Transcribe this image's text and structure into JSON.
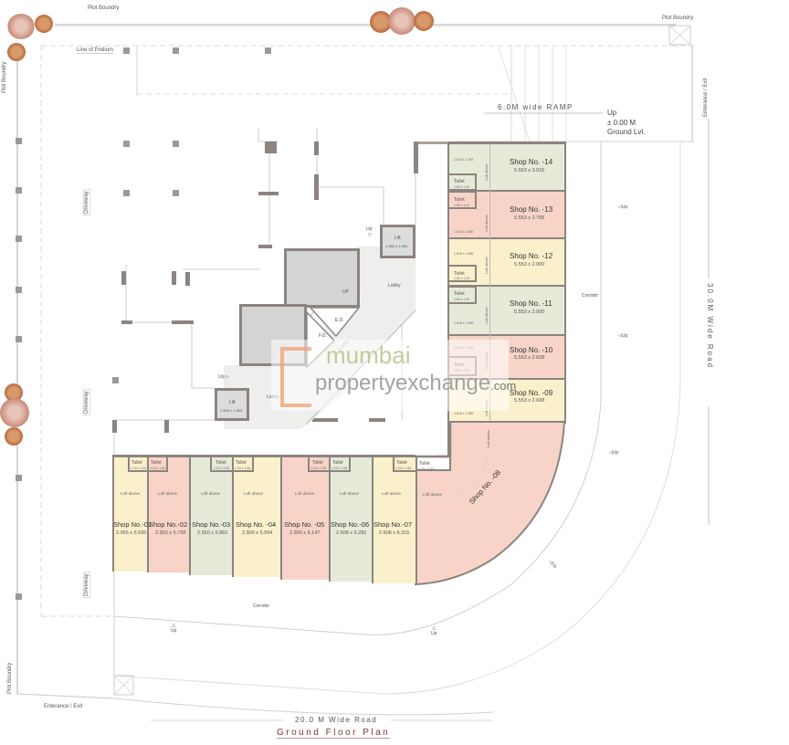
{
  "plan": {
    "title": "Ground Floor Plan",
    "road_bottom": "20.0 M Wide Road",
    "road_right": "30.0M Wide Road",
    "ramp_label": "6.0M wide RAMP",
    "level": {
      "up": "Up",
      "elevation": "± 0.00 M",
      "name": "Ground Lvl."
    },
    "plot_boundary_top_left": "Plot Boundry",
    "plot_boundary_top_right": "Plot Boundry",
    "plot_boundary_left": "Plot Boundry",
    "plot_boundary_bottom_left": "Plot Boundry",
    "line_of_podium": "Line of Podium",
    "entrance_top_right": "Enterance / Exit",
    "entrance_bottom_left": "Enterance / Exit",
    "driveway_labels": [
      "Driveway",
      "Driveway",
      "Driveway"
    ],
    "corridor_right": "Corridor",
    "corridor_bottom": "Corridor",
    "up_label": "Up",
    "watermark_line1": "mumbai",
    "watermark_line2": "propertyexchange",
    "watermark_suffix": ".com",
    "colors": {
      "green": "#e6ead8",
      "pink": "#f8d4c8",
      "yellow": "#fbf0cc",
      "wall": "#8c8480",
      "title": "#7a3a3a"
    }
  },
  "core": {
    "lift_top": {
      "label": "Lift",
      "dim": "1.650 x 1.900"
    },
    "lift_bottom": {
      "label": "Lift",
      "dim": "1.900 x 1.650"
    },
    "lobby_top": "Lobby",
    "lobby_mid": "Lobby",
    "lobby_bottom": "Lobby",
    "ed": "E.D.",
    "fd": "F.D.",
    "stair_up": "UP",
    "up_top": "Up",
    "up_left": "Up"
  },
  "shops_right": [
    {
      "name": "Shop No. -14",
      "dim": "5.553 x 3.015",
      "color": "green",
      "toilet": "Toilet",
      "toilet_dim": "1.50 x 1.20",
      "front_dim": "1.615 x 1.760",
      "loft": "Loft above"
    },
    {
      "name": "Shop No. -13",
      "dim": "5.553 x 2.765",
      "color": "pink",
      "toilet": "Toilet",
      "toilet_dim": "1.50 x 1.20",
      "front_dim": "1.615 x 1.850",
      "loft": "Loft above"
    },
    {
      "name": "Shop No. -12",
      "dim": "5.553 x 2.900",
      "color": "yellow",
      "toilet": "Toilet",
      "toilet_dim": "1.50 x 1.20",
      "front_dim": "1.615 x 1.585",
      "loft": "Loft above"
    },
    {
      "name": "Shop No. -11",
      "dim": "5.553 x 2.900",
      "color": "green",
      "toilet": "Toilet",
      "toilet_dim": "1.50 x 1.20",
      "front_dim": "1.615 x 1.585",
      "loft": "Loft above"
    },
    {
      "name": "Shop No. -10",
      "dim": "5.553 x 2.608",
      "color": "pink",
      "toilet": "Toilet",
      "toilet_dim": "1.50 x 1.20",
      "front_dim": "1.615 x 1.289",
      "loft": "Loft above"
    },
    {
      "name": "Shop No. -09",
      "dim": "5.553 x 2.608",
      "color": "yellow",
      "toilet": "Toilet",
      "toilet_dim": "1.50 x 1.20",
      "front_dim": "1.615 x 1.289",
      "loft": "Loft above"
    }
  ],
  "shops_bottom": [
    {
      "name": "Shop No.-01",
      "dim": "2.065 x 5.595",
      "color": "yellow",
      "toilet": "Toilet",
      "toilet_dim": "1.20 x 1.50",
      "loft": "Loft above"
    },
    {
      "name": "Shop No.-02",
      "dim": "2.550 x 5.728",
      "color": "pink",
      "toilet": "Toilet",
      "toilet_dim": "1.20 x 1.50",
      "loft": "Loft above"
    },
    {
      "name": "Shop No.-03",
      "dim": "2.550 x 5.862",
      "color": "green",
      "toilet": "Toilet",
      "toilet_dim": "1.20 x 1.50",
      "loft": "Loft above"
    },
    {
      "name": "Shop No. -04",
      "dim": "2.900 x 5.994",
      "color": "yellow",
      "toilet": "Toilet",
      "toilet_dim": "1.20 x 1.50",
      "loft": "Loft above"
    },
    {
      "name": "Shop No. -05",
      "dim": "2.900 x 6.147",
      "color": "pink",
      "toilet": "Toilet",
      "toilet_dim": "1.20 x 1.50",
      "loft": "Loft above"
    },
    {
      "name": "Shop No.-06",
      "dim": "2.608 x 6.282",
      "color": "green",
      "toilet": "Toilet",
      "toilet_dim": "1.20 x 1.50",
      "loft": "Loft above"
    },
    {
      "name": "Shop No.-07",
      "dim": "2.608 x 6.315",
      "color": "yellow",
      "toilet": "Toilet",
      "toilet_dim": "1.20 x 1.50",
      "loft": "Loft above"
    }
  ],
  "shop_corner": {
    "name": "Shop No. -08",
    "color": "pink",
    "toilet": "Toilet",
    "toilet_dim": "1.20 x 1.50",
    "loft": "Loft above"
  }
}
